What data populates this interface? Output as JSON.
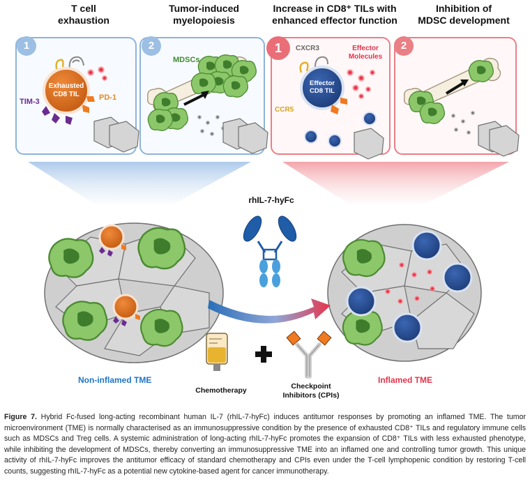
{
  "panels": [
    {
      "number": "1",
      "title": "T cell\nexhaustion",
      "theme": "blue"
    },
    {
      "number": "2",
      "title": "Tumor-induced\nmyelopoiesis",
      "theme": "blue"
    },
    {
      "number": "1",
      "title": "Increase in CD8⁺ TILs with\nenhanced effector function",
      "theme": "red"
    },
    {
      "number": "2",
      "title": "Inhibition of\nMDSC development",
      "theme": "red"
    }
  ],
  "labels": {
    "exhausted_cell": "Exhausted\nCD8 TIL",
    "tim3": "TIM-3",
    "pd1": "PD-1",
    "mdscs": "MDSCs",
    "cxcr3": "CXCR3",
    "effector_molecules": "Effector\nMolecules",
    "effector_cell": "Effector\nCD8 TIL",
    "ccr5": "CCR5",
    "drug": "rhIL-7-hyFc",
    "non_inflamed": "Non-inflamed TME",
    "inflamed": "Inflamed TME",
    "chemotherapy": "Chemotherapy",
    "cpis": "Checkpoint\nInhibitors (CPIs)"
  },
  "caption": {
    "label": "Figure 7.",
    "text": "Hybrid Fc-fused long-acting recombinant human IL-7 (rhIL-7-hyFc) induces antitumor responses by promoting an inflamed TME. The tumor microenvironment (TME) is normally characterised as an immunosuppressive condition by the presence of exhausted CD8⁺ TILs and regulatory immune cells such as MDSCs and Treg cells. A systemic administration of long-acting rhIL-7-hyFc promotes the expansion of CD8⁺ TILs with less exhausted phenotype, while inhibiting the development of MDSCs, thereby converting an immunosuppressive TME into an inflamed one and controlling tumor growth. This unique activity of rhIL-7-hyFc improves the antitumor efficacy of standard chemotherapy and CPIs even under the T-cell lymphopenic condition by restoring T-cell counts, suggesting rhIL-7-hyFc as a potential new cytokine-based agent for cancer immunotherapy."
  },
  "colors": {
    "blue_accent": "#7aa6d6",
    "red_accent": "#e88088",
    "non_inflamed_text": "#1f74c4",
    "inflamed_text": "#e0344a",
    "mdsc_green": "#8cc86a",
    "exhausted_orange": "#e06f1f",
    "effector_blue": "#2a4f93"
  }
}
